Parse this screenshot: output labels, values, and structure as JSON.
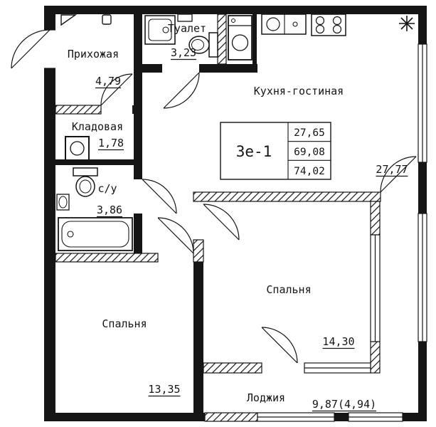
{
  "plan": {
    "unit_label": "3е-1",
    "stats": {
      "living": "27,65",
      "apartment": "69,08",
      "total": "74,02"
    },
    "rooms": {
      "hallway": {
        "name": "Прихожая",
        "area": "4,79"
      },
      "toilet": {
        "name": "Туалет",
        "area": "3,23"
      },
      "kitchen_living": {
        "name": "Кухня-гостиная",
        "area": "27,77"
      },
      "storage": {
        "name": "Кладовая",
        "area": "1,78"
      },
      "bathroom": {
        "name": "с/у",
        "area": "3,86"
      },
      "bedroom_right": {
        "name": "Спальня",
        "area": "14,30"
      },
      "bedroom_left": {
        "name": "Спальня",
        "area": "13,35"
      },
      "loggia": {
        "name": "Лоджия",
        "area": "9,87(4,94)"
      }
    }
  }
}
